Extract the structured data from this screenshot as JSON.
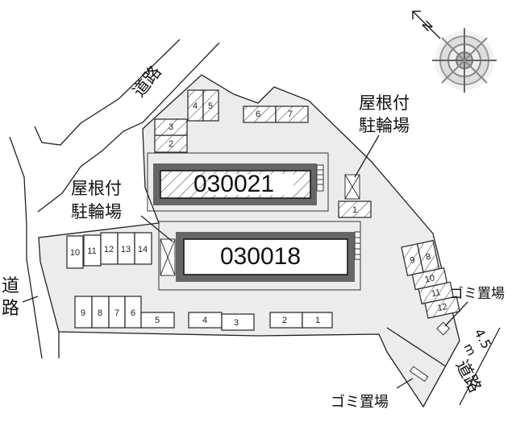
{
  "labels": {
    "road_top": "道路",
    "road_left": [
      "道",
      "路"
    ],
    "road_right": "道路",
    "road_width": "4.5",
    "road_width_unit": "m",
    "covered_bike_parking_right": [
      "屋根付",
      "駐輪場"
    ],
    "covered_bike_parking_left": [
      "屋根付",
      "駐輪場"
    ],
    "garbage_right": "ゴミ置場",
    "garbage_bottom": "ゴミ置場",
    "compass_north": "N"
  },
  "buildings": [
    {
      "id": "030021",
      "hatched": true
    },
    {
      "id": "030018",
      "hatched": false
    }
  ],
  "parking_upper_hatched": [
    "1",
    "2",
    "3",
    "4",
    "5",
    "6",
    "7"
  ],
  "parking_right_hatched": [
    "8",
    "9",
    "10",
    "11",
    "12"
  ],
  "parking_left_row": [
    "10",
    "11",
    "12",
    "13",
    "14"
  ],
  "parking_bottom_row": [
    "9",
    "8",
    "7",
    "6",
    "5",
    "4",
    "3",
    "2",
    "1"
  ],
  "colors": {
    "lot": "#ececec",
    "building_border": "#666666",
    "line": "#222222"
  }
}
